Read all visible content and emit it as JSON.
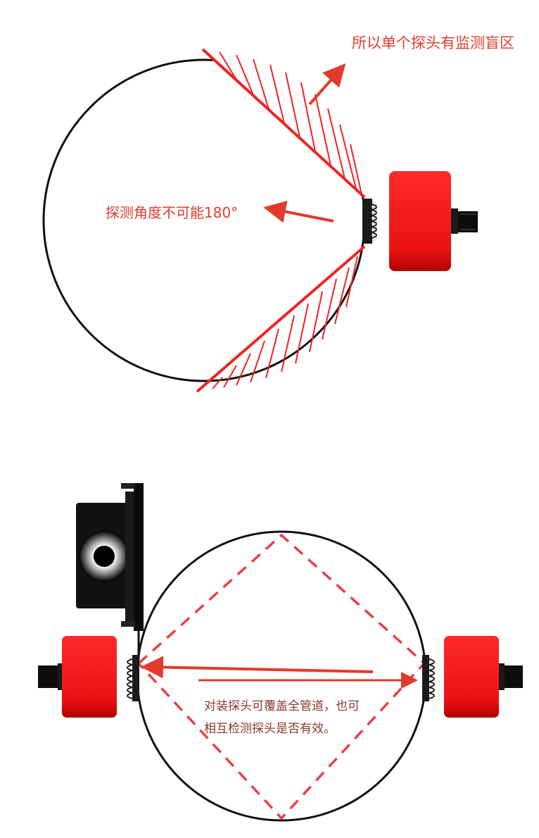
{
  "top_diagram": {
    "blind_zone_label": "所以单个探头有监测盲区",
    "angle_label": "探测角度不可能180°"
  },
  "bottom_diagram": {
    "caption_line1": "对装探头可覆盖全管道，也可",
    "caption_line2": "相互检测探头是否有效。"
  },
  "colors": {
    "annotation_red": "#e23b2e",
    "probe_red": "#ee1c1c",
    "dashed_red": "#e8404a",
    "caption_brown": "#8b3a2c",
    "outline": "#111111"
  },
  "icons": [
    "probe-icon",
    "connector-icon",
    "junction-box-icon",
    "arrow-icon"
  ]
}
